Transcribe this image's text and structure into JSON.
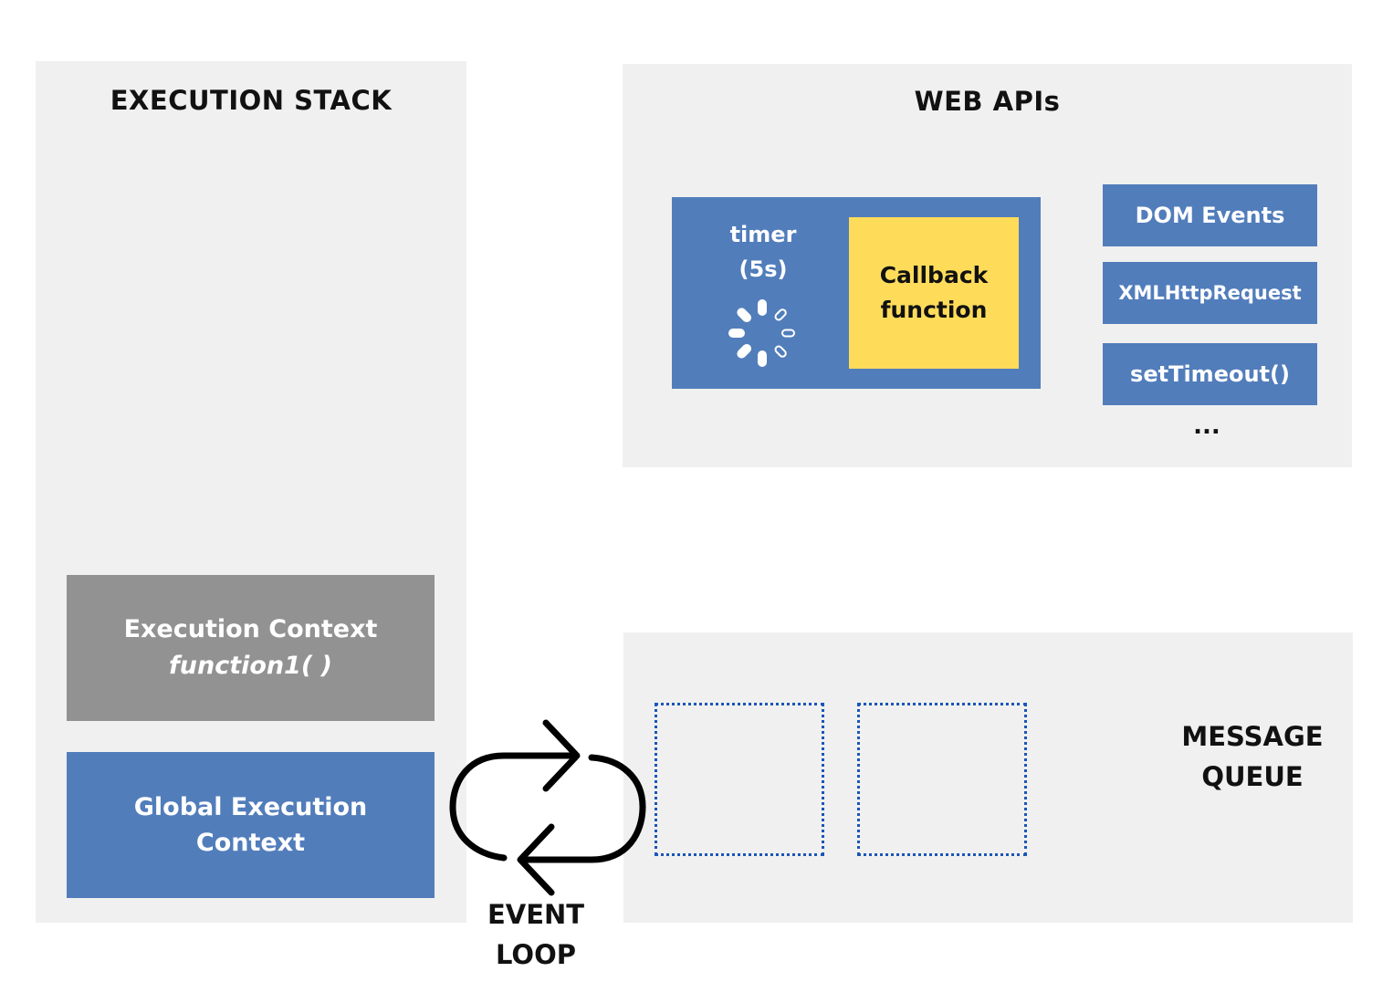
{
  "execution_stack": {
    "title": "EXECUTION STACK",
    "function_context": {
      "line1": "Execution Context",
      "line2": "function1( )"
    },
    "global_context": {
      "line1": "Global Execution",
      "line2": "Context"
    }
  },
  "web_apis": {
    "title": "WEB APIs",
    "timer": {
      "line1": "timer",
      "line2": "(5s)",
      "icon": "loading-spinner-icon"
    },
    "callback": {
      "line1": "Callback",
      "line2": "function"
    },
    "items": [
      "DOM Events",
      "XMLHttpRequest",
      "setTimeout()"
    ],
    "more": "..."
  },
  "message_queue": {
    "title_line1": "MESSAGE",
    "title_line2": "QUEUE"
  },
  "event_loop": {
    "line1": "EVENT",
    "line2": "LOOP",
    "icon": "loop-arrows-icon"
  },
  "colors": {
    "panel_background": "#f0f0f0",
    "blue_box": "#527dbb",
    "gray_box": "#929292",
    "callback_yellow": "#fedc5a",
    "queue_slot_border": "#1a56b8"
  }
}
